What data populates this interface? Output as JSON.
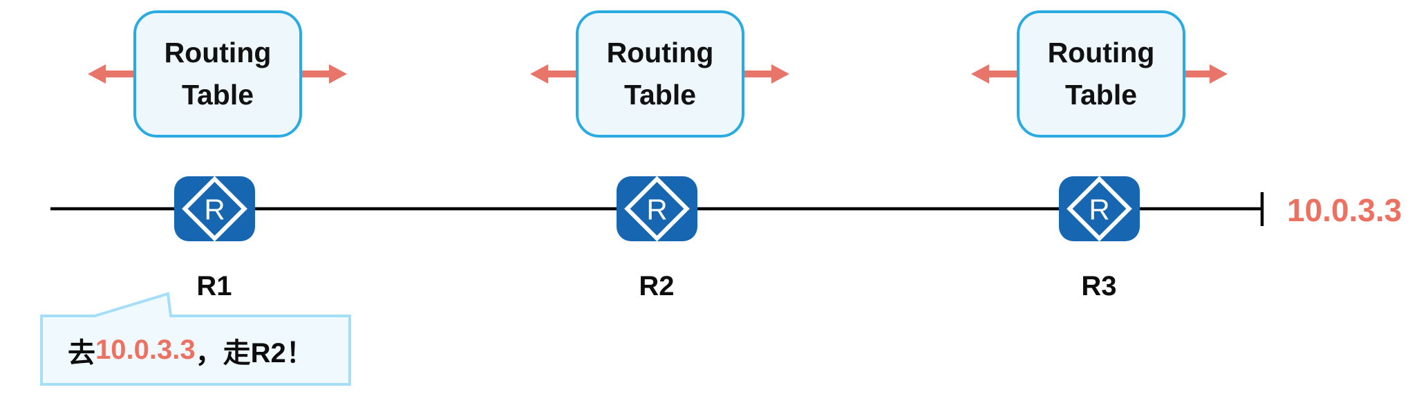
{
  "diagram_title": "routing-path-diagram",
  "colors": {
    "box_border_cyan": "#29ABE2",
    "box_fill": "#EDF7FC",
    "arrow_salmon": "#E8756A",
    "ip_text_salmon": "#ED7161",
    "router_blue": "#1666B1",
    "wire_black": "#000000",
    "callout_border": "#A5DFF7",
    "callout_fill": "#EFF9FE"
  },
  "routers": [
    {
      "name": "R1",
      "table_label": "Routing Table",
      "icon_letter": "R"
    },
    {
      "name": "R2",
      "table_label": "Routing Table",
      "icon_letter": "R"
    },
    {
      "name": "R3",
      "table_label": "Routing Table",
      "icon_letter": "R"
    }
  ],
  "link": {
    "destination_ip": "10.0.3.3"
  },
  "callout": {
    "prefix": "去",
    "ip": "10.0.3.3",
    "suffix": "，走R2！"
  }
}
